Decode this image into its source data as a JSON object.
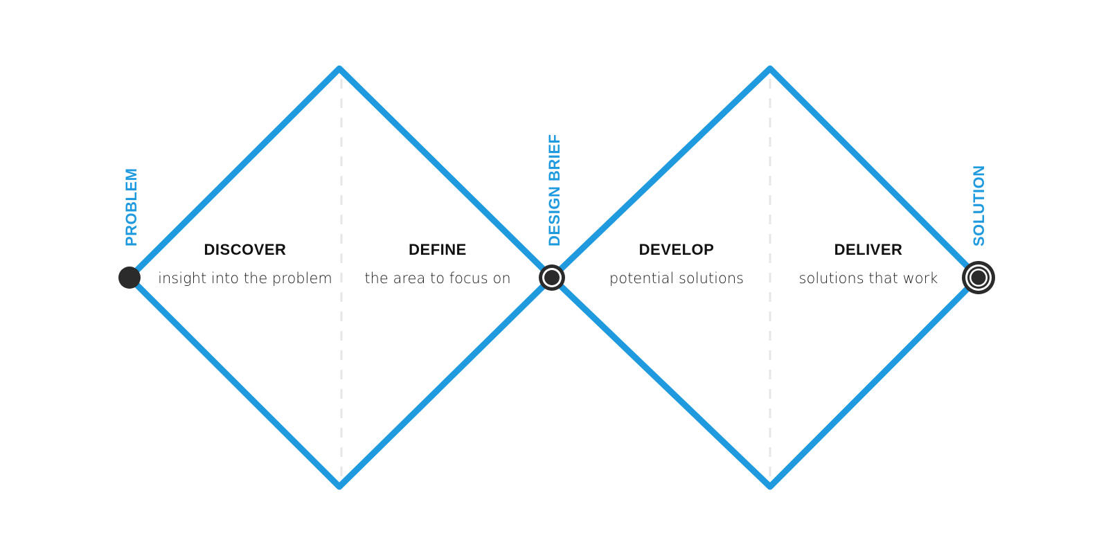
{
  "colors": {
    "accent": "#1f9ade",
    "node": "#2b2b2b",
    "text": "#111111",
    "divider": "#e6e6e6"
  },
  "milestones": {
    "problem": "PROBLEM",
    "design_brief": "DESIGN BRIEF",
    "solution": "SOLUTION"
  },
  "phases": [
    {
      "title": "DISCOVER",
      "description": "insight into the problem"
    },
    {
      "title": "DEFINE",
      "description": "the area to focus on"
    },
    {
      "title": "DEVELOP",
      "description": "potential solutions"
    },
    {
      "title": "DELIVER",
      "description": "solutions that work"
    }
  ]
}
